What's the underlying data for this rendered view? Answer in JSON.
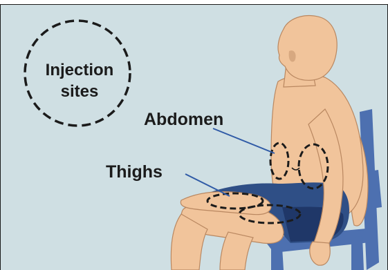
{
  "legend": {
    "line1": "Injection",
    "line2": "sites"
  },
  "labels": {
    "abdomen": "Abdomen",
    "thighs": "Thighs"
  },
  "colors": {
    "background": "#cfdfe3",
    "skin": "#f1c49b",
    "skin_outline": "#b98760",
    "shorts": "#2f4f86",
    "shorts_shadow": "#1f3768",
    "chair": "#4d70b0",
    "dashed_marker": "#1b1b1b",
    "leader_line": "#2f5aa6"
  },
  "icons": {
    "body": "seated-person-illustration",
    "chair": "chair-illustration",
    "marker": "dashed-ellipse"
  }
}
